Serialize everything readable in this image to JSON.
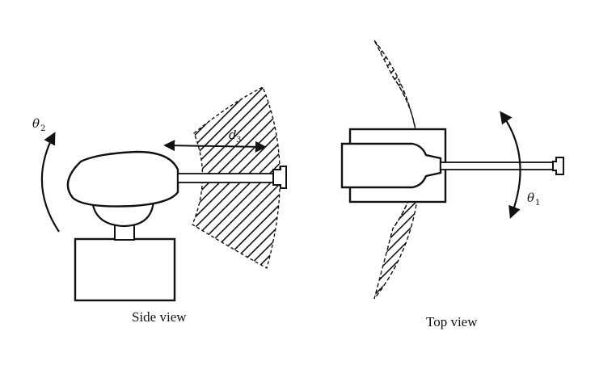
{
  "side_view": {
    "caption": "Side view",
    "theta_symbol": "θ",
    "theta_subscript": "2",
    "d_symbol": "d",
    "d_subscript": "3"
  },
  "top_view": {
    "caption": "Top view",
    "theta_symbol": "θ",
    "theta_subscript": "1"
  },
  "colors": {
    "ink": "#111111",
    "background": "#ffffff"
  }
}
